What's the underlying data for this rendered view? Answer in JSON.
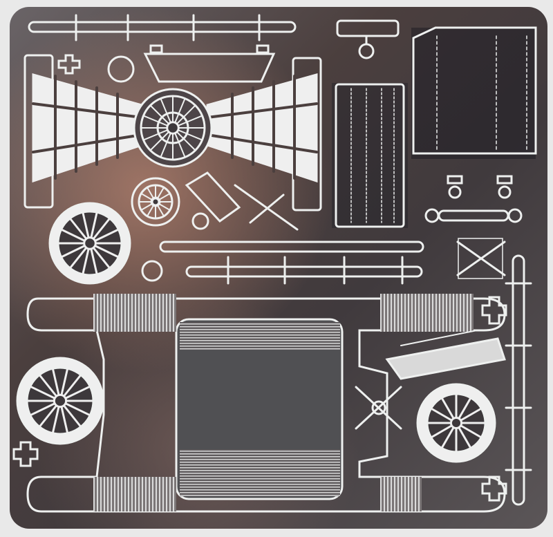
{
  "photo": {
    "subject": "metal-etching-sheet",
    "background_color": "#e9e9e9",
    "sheet_color": "#4a4649",
    "cut_line_color": "#eef0ef"
  },
  "parts": [
    {
      "name": "front-wheel-spokes",
      "spokes": 14
    },
    {
      "name": "rear-wheel-spokes",
      "spokes": 14
    },
    {
      "name": "small-wheel-left",
      "spokes": 12
    },
    {
      "name": "small-wheel-mid",
      "spokes": 12
    },
    {
      "name": "fan-wheel",
      "spokes": 16
    }
  ]
}
